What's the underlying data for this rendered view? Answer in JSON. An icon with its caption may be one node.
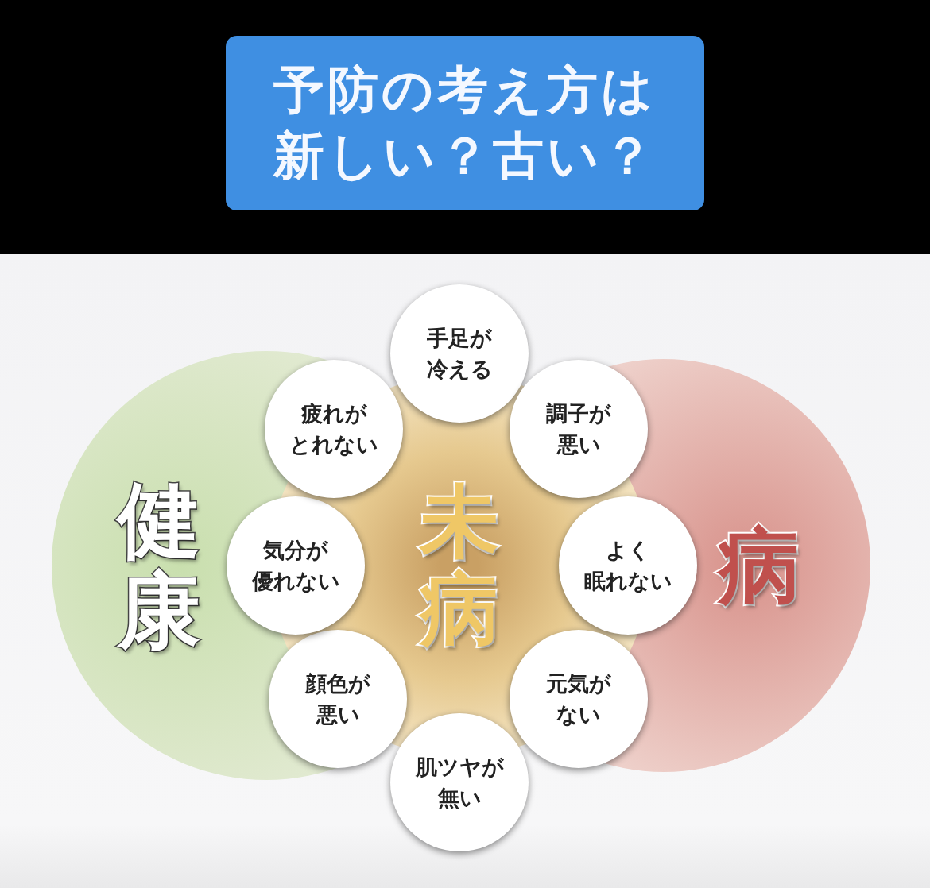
{
  "diagram": {
    "title": "予防の考え方は新しい？古い？",
    "nodes": [
      {
        "text": [
          "健康"
        ]
      },
      {
        "text": [
          "未病"
        ]
      },
      {
        "text": [
          "病"
        ]
      },
      {
        "text": [
          "手足が冷える"
        ]
      },
      {
        "text": [
          "調子が悪い"
        ]
      },
      {
        "text": [
          "よく眠れない"
        ]
      },
      {
        "text": [
          "元気がない"
        ]
      },
      {
        "text": [
          "肌ツヤが無い"
        ]
      },
      {
        "text": [
          "顔色が悪い"
        ]
      },
      {
        "text": [
          "気分が優れない"
        ]
      },
      {
        "text": [
          "疲れがとれない"
        ]
      }
    ],
    "edges": []
  }
}
